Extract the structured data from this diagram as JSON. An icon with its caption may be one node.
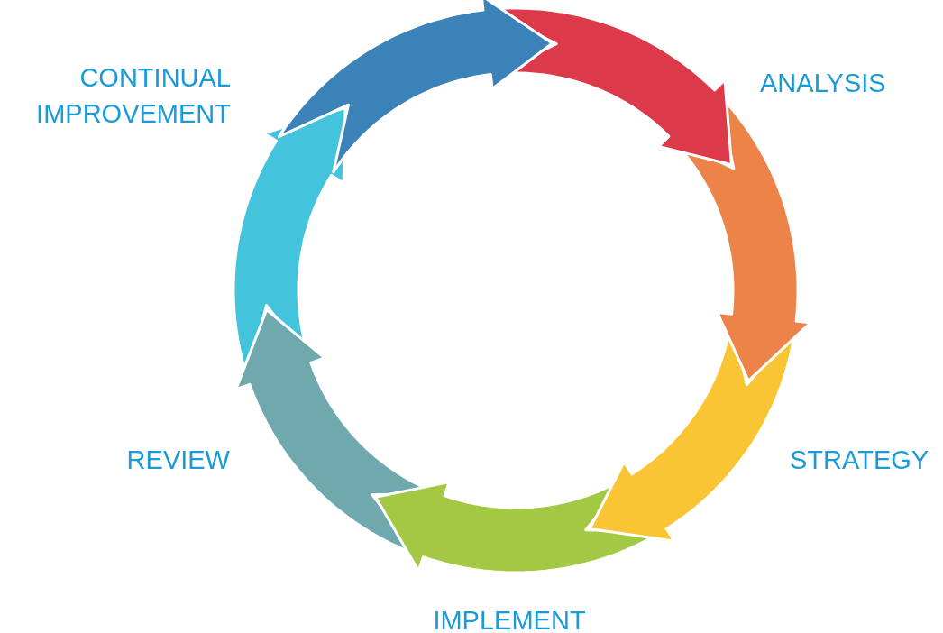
{
  "diagram": {
    "labels": [
      "CONTINUAL IMPROVEMENT",
      "ANALYSIS",
      "STRATEGY",
      "IMPLEMENT",
      "REVIEW"
    ]
  }
}
